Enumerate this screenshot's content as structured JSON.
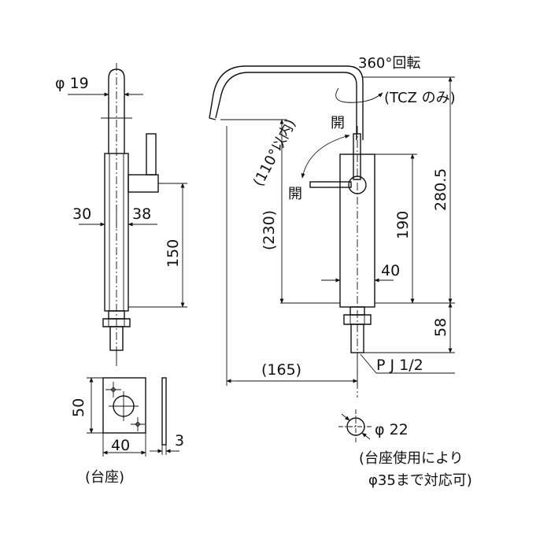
{
  "side_view": {
    "pipe_diameter": "φ 19",
    "dim_left": "30",
    "dim_right": "38",
    "dim_height": "150"
  },
  "base_plate": {
    "height": "50",
    "width": "40",
    "thickness": "3",
    "label": "(台座)"
  },
  "front_view": {
    "rotation": "360°回転",
    "rotation_note": "(TCZ のみ)",
    "angle": "(110°以内)",
    "open_top": "開",
    "open_left": "開",
    "height_spout": "(230)",
    "height_total": "280.5",
    "height_body": "190",
    "body_width": "40",
    "bottom_height": "58",
    "reach": "(165)",
    "thread": "P J 1/2"
  },
  "mounting_hole": {
    "diameter": "φ 22",
    "note_line1": "(台座使用により",
    "note_line2": "φ35まで対応可)"
  }
}
